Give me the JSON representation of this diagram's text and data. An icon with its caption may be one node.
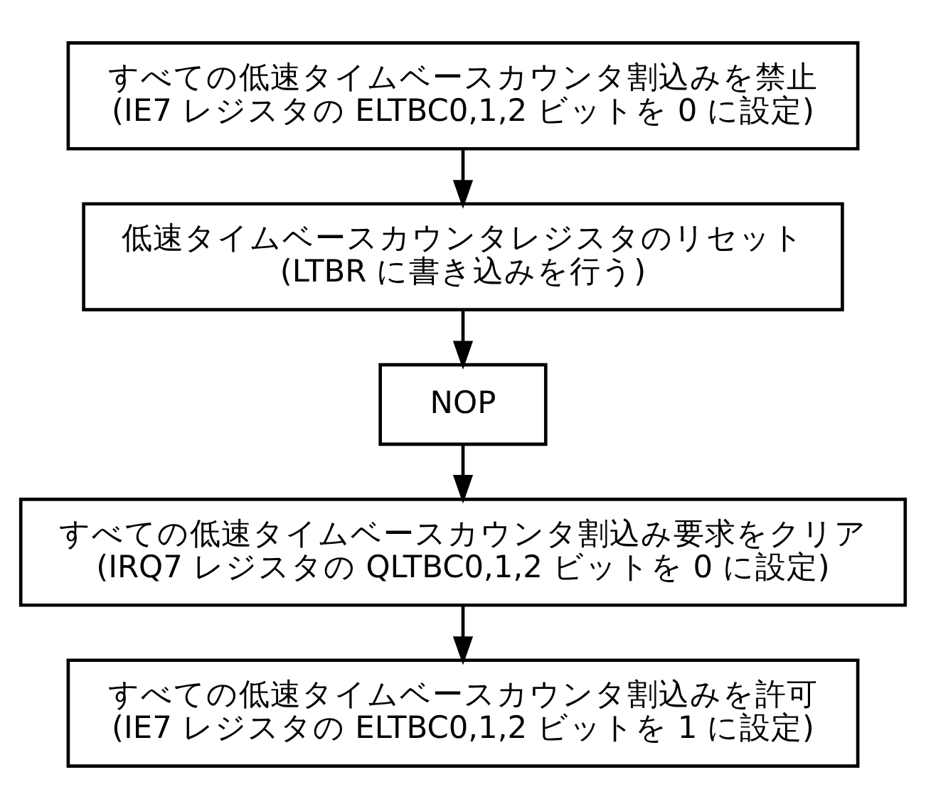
{
  "diagram": {
    "nodes": [
      {
        "text": [
          "すべての低速タイムベースカウンタ割込みを禁止",
          "(IE7 レジスタの ELTBC0,1,2 ビットを 0 に設定)"
        ]
      },
      {
        "text": [
          "低速タイムベースカウンタレジスタのリセット",
          "(LTBR に書き込みを行う)"
        ]
      },
      {
        "text": [
          "NOP"
        ]
      },
      {
        "text": [
          "すべての低速タイムベースカウンタ割込み要求をクリア",
          "(IRQ7 レジスタの QLTBC0,1,2 ビットを 0 に設定)"
        ]
      },
      {
        "text": [
          "すべての低速タイムベースカウンタ割込みを許可",
          "(IE7 レジスタの ELTBC0,1,2 ビットを 1 に設定)"
        ]
      }
    ],
    "edges": [
      {
        "from": 0,
        "to": 1,
        "arrow": "to"
      },
      {
        "from": 1,
        "to": 2,
        "arrow": "to"
      },
      {
        "from": 2,
        "to": 3,
        "arrow": "to"
      },
      {
        "from": 3,
        "to": 4,
        "arrow": "to"
      }
    ]
  }
}
